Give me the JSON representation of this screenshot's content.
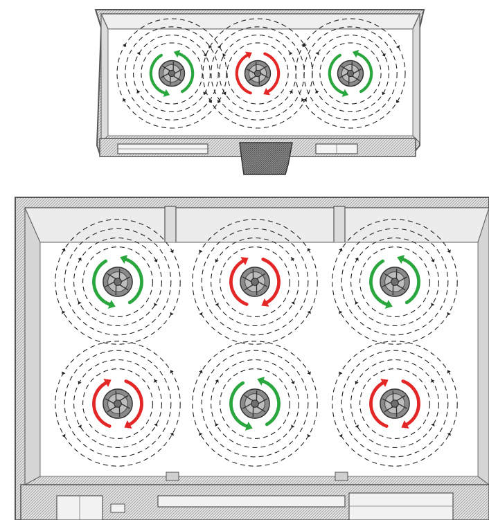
{
  "colors": {
    "clockwise": "#e32626",
    "counterclockwise": "#2aa63f",
    "frame": "#555555",
    "frame_fill": "#d9d9d9",
    "interior": "#ffffff",
    "fan_body": "#8a8a8a",
    "flow_line": "#222222"
  },
  "figures": [
    {
      "name": "three-fan-unit",
      "rows": [
        [
          "counterclockwise",
          "clockwise",
          "counterclockwise"
        ]
      ]
    },
    {
      "name": "six-fan-unit",
      "rows": [
        [
          "counterclockwise",
          "clockwise",
          "counterclockwise"
        ],
        [
          "clockwise",
          "counterclockwise",
          "clockwise"
        ]
      ]
    }
  ]
}
